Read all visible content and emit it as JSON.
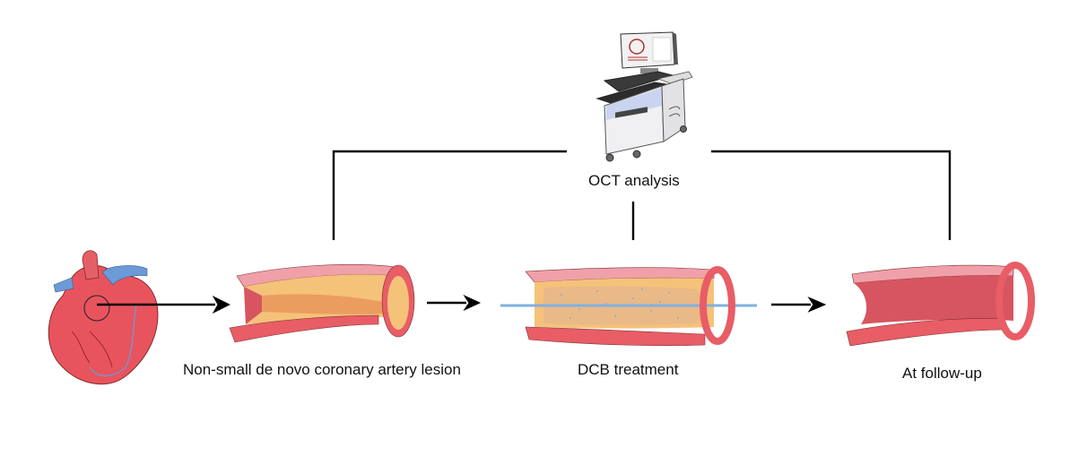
{
  "diagram": {
    "type": "workflow",
    "stages": [
      {
        "id": "heart",
        "icon": "heart-icon",
        "label": ""
      },
      {
        "id": "lesion",
        "icon": "artery-lesion-icon",
        "label": "Non-small de novo coronary artery lesion"
      },
      {
        "id": "dcb",
        "icon": "artery-balloon-icon",
        "label": "DCB treatment"
      },
      {
        "id": "followup",
        "icon": "artery-healthy-icon",
        "label": "At follow-up"
      }
    ],
    "analysis": {
      "icon": "oct-machine-icon",
      "label": "OCT analysis"
    },
    "colors": {
      "vessel_wall": "#e85d66",
      "vessel_outer": "#f0a0a8",
      "plaque": "#f5c27a",
      "plaque_inner": "#e8935a",
      "catheter": "#7fb0e0",
      "heart": "#e8545e",
      "vessels_blue": "#6a9bd8",
      "lines": "#000000"
    }
  }
}
